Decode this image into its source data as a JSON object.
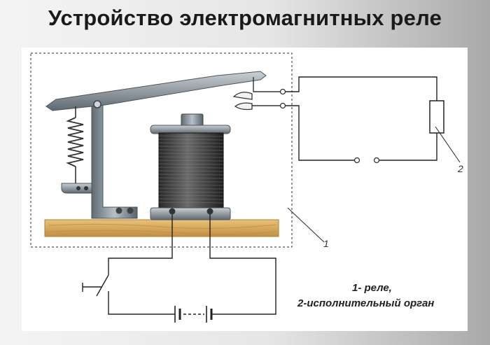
{
  "title": "Устройство электромагнитных реле",
  "legend": {
    "line1": "1- реле,",
    "line2": "2-исполнительный орган"
  },
  "callouts": {
    "relay": "1",
    "actuator": "2"
  }
}
